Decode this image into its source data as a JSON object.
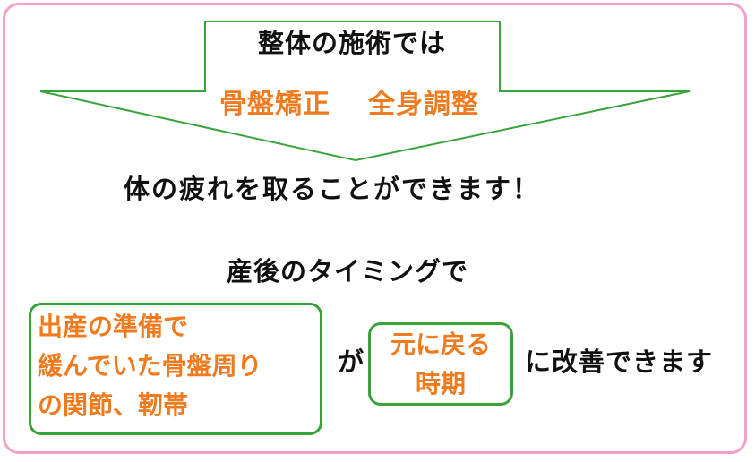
{
  "colors": {
    "frame_border": "#f5a0c8",
    "arrow_stroke": "#39a33b",
    "box_border": "#39a33b",
    "highlight_text": "#f07a1e",
    "body_text": "#111111"
  },
  "arrow": {
    "line1": "整体の施術では",
    "line2_part1": "骨盤矯正",
    "line2_part2": "全身調整"
  },
  "statement": "体の疲れを取ることができます！",
  "subheading": "産後のタイミングで",
  "left_box": {
    "line1": "出産の準備で",
    "line2": "緩んでいた骨盤周り",
    "line3": "の関節、靭帯"
  },
  "connector": "が",
  "mid_box": {
    "line1": "元に戻る",
    "line2": "時期"
  },
  "conclusion": "に改善できます"
}
